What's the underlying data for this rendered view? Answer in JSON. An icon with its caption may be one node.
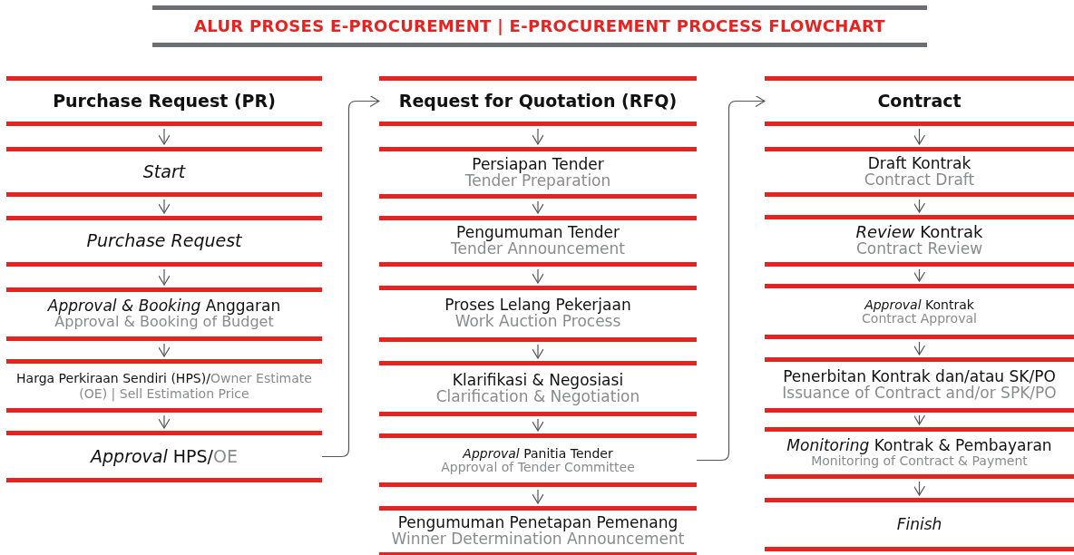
{
  "diagram": {
    "title": "ALUR PROSES E-PROCUREMENT | E-PROCUREMENT PROCESS FLOWCHART",
    "nodes": [
      {
        "text": [
          "Purchase Request (PR)"
        ]
      },
      {
        "text": [
          "Start"
        ]
      },
      {
        "text": [
          "Purchase Request"
        ]
      },
      {
        "text": [
          "*Approval & Booking* Anggaran",
          "Approval & Booking of Budget"
        ]
      },
      {
        "text": [
          "Harga Perkiraan Sendiri (HPS)/",
          "Owner Estimate (OE) | Sell Estimation Price"
        ]
      },
      {
        "text": [
          "*Approval* HPS/",
          "OE"
        ]
      },
      {
        "text": [
          "Request for Quotation (RFQ)"
        ]
      },
      {
        "text": [
          "Persiapan Tender",
          "Tender Preparation"
        ]
      },
      {
        "text": [
          "Pengumuman Tender",
          "Tender Announcement"
        ]
      },
      {
        "text": [
          "Proses Lelang Pekerjaan",
          "Work Auction Process"
        ]
      },
      {
        "text": [
          "Klarifikasi & Negosiasi",
          "Clarification & Negotiation"
        ]
      },
      {
        "text": [
          "*Approval* Panitia Tender",
          "Approval of Tender Committee"
        ]
      },
      {
        "text": [
          "Pengumuman Penetapan Pemenang",
          "Winner Determination Announcement"
        ]
      },
      {
        "text": [
          "Contract"
        ]
      },
      {
        "text": [
          "Draft Kontrak",
          "Contract Draft"
        ]
      },
      {
        "text": [
          "*Review* Kontrak",
          "Contract Review"
        ]
      },
      {
        "text": [
          "*Approval* Kontrak",
          "Contract Approval"
        ]
      },
      {
        "text": [
          "Penerbitan Kontrak dan/atau SK/PO",
          "Issuance of Contract and/or SPK/PO"
        ]
      },
      {
        "text": [
          "*Monitoring* Kontrak & Pembayaran",
          "Monitoring of Contract & Payment"
        ]
      },
      {
        "text": [
          "Finish"
        ]
      }
    ],
    "edges": [
      {
        "from": 0,
        "to": 1,
        "arrow": "to"
      },
      {
        "from": 1,
        "to": 2,
        "arrow": "to"
      },
      {
        "from": 2,
        "to": 3,
        "arrow": "to"
      },
      {
        "from": 3,
        "to": 4,
        "arrow": "to"
      },
      {
        "from": 4,
        "to": 5,
        "arrow": "to"
      },
      {
        "from": 5,
        "to": 6,
        "arrow": "to"
      },
      {
        "from": 6,
        "to": 7,
        "arrow": "to"
      },
      {
        "from": 7,
        "to": 8,
        "arrow": "to"
      },
      {
        "from": 8,
        "to": 9,
        "arrow": "to"
      },
      {
        "from": 9,
        "to": 10,
        "arrow": "to"
      },
      {
        "from": 10,
        "to": 11,
        "arrow": "to"
      },
      {
        "from": 11,
        "to": 12,
        "arrow": "to"
      },
      {
        "from": 11,
        "to": 13,
        "arrow": "to"
      },
      {
        "from": 13,
        "to": 14,
        "arrow": "to"
      },
      {
        "from": 14,
        "to": 15,
        "arrow": "to"
      },
      {
        "from": 15,
        "to": 16,
        "arrow": "to"
      },
      {
        "from": 16,
        "to": 17,
        "arrow": "to"
      },
      {
        "from": 17,
        "to": 18,
        "arrow": "to"
      },
      {
        "from": 18,
        "to": 19,
        "arrow": "to"
      }
    ]
  }
}
